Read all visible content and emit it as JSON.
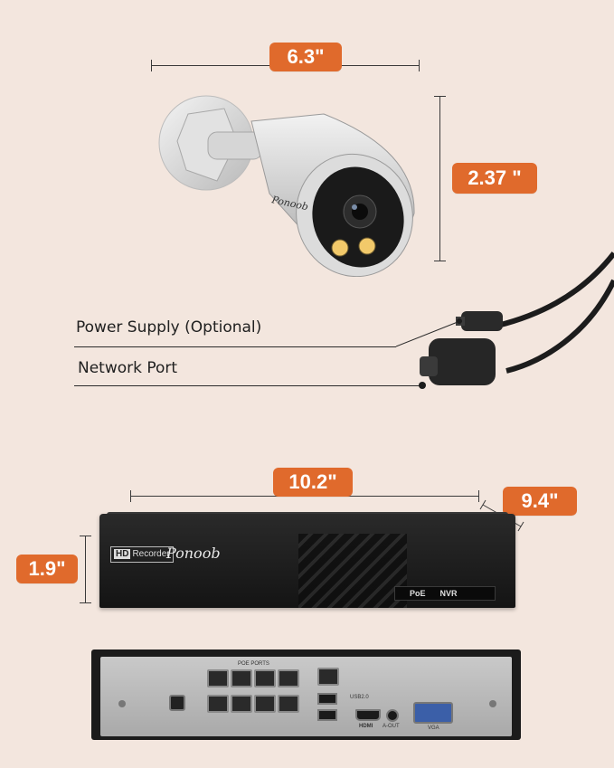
{
  "dimensions": {
    "camera_width": "6.3\"",
    "camera_height": "2.37 \"",
    "nvr_width": "10.2\"",
    "nvr_depth": "9.4\"",
    "nvr_height": "1.9\""
  },
  "labels": {
    "power_supply": "Power Supply (Optional)",
    "network_port": "Network Port"
  },
  "camera": {
    "brand": "Ponoob"
  },
  "nvr": {
    "badge_hd": "HD",
    "badge_recorder": "Recorder",
    "brand": "Ponoob",
    "panel_poe": "PoE",
    "panel_nvr": "NVR",
    "rear_poe_ports": "POE PORTS",
    "rear_usb": "USB2.0",
    "rear_hdmi": "HDMI",
    "rear_aout": "A-OUT",
    "rear_vga": "VGA"
  },
  "colors": {
    "background": "#f3e6de",
    "badge": "#e06a2c",
    "line": "#3a3a3a"
  }
}
